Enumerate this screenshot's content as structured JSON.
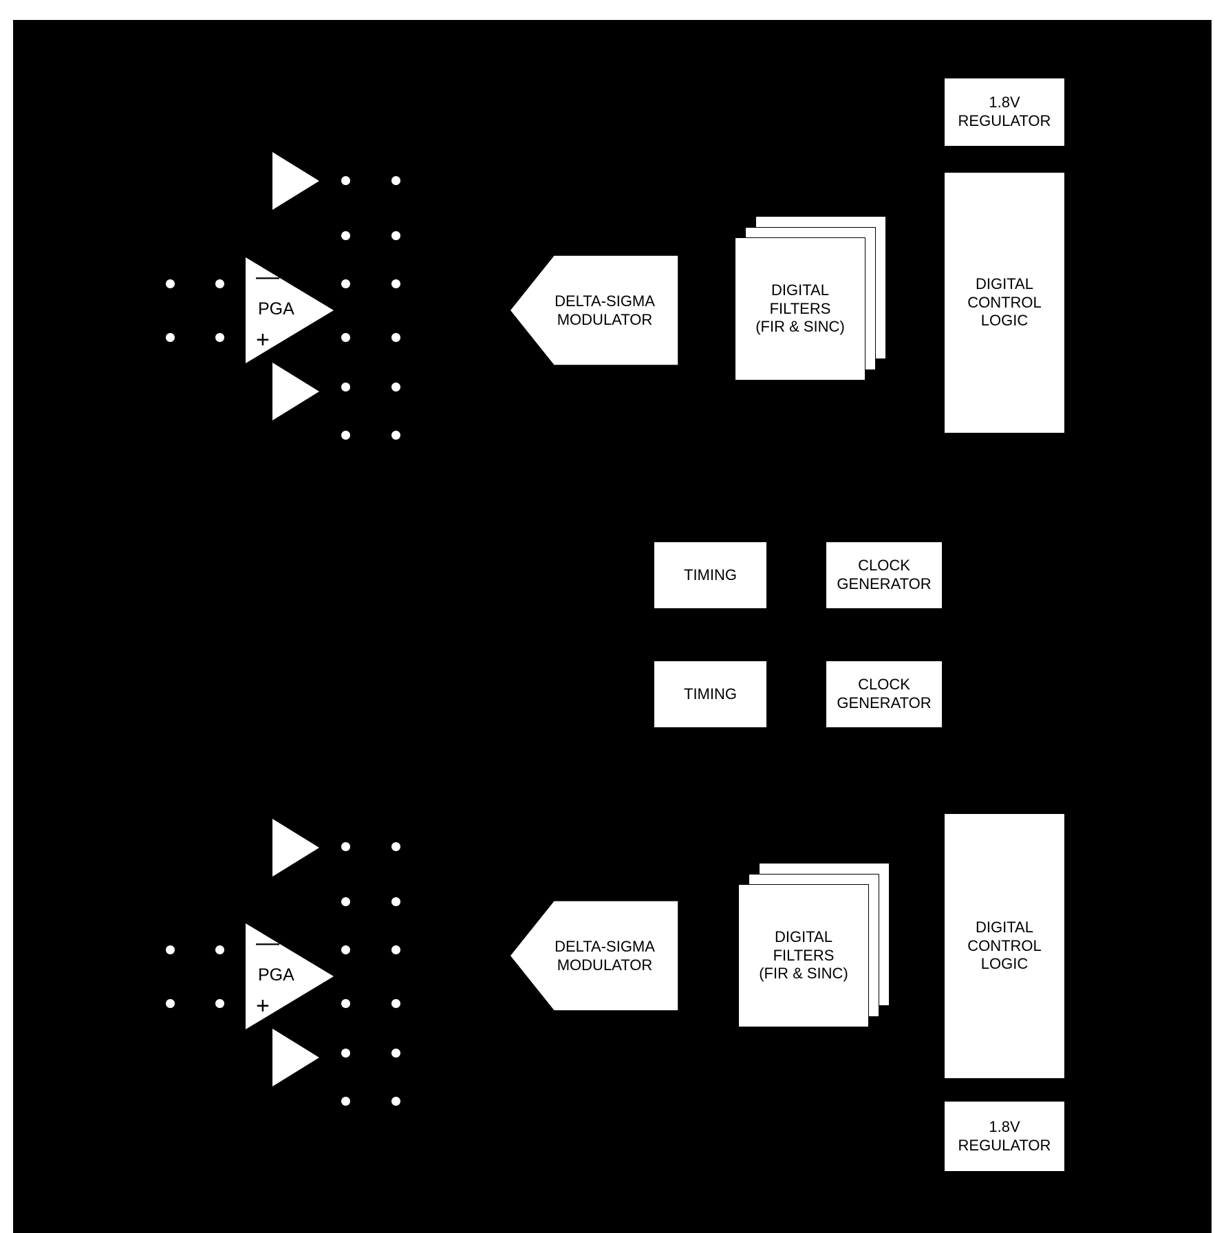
{
  "diagram": {
    "title": "dual-channel delta-sigma ADC block diagram",
    "background_color": "#000000",
    "block_fill": "#ffffff",
    "block_stroke": "#000000",
    "page_background": "#ffffff"
  },
  "channels": [
    {
      "id": "channel-top",
      "pga": {
        "label": "PGA",
        "minus": "—",
        "plus": "+"
      },
      "modulator": {
        "label": "DELTA-SIGMA\nMODULATOR"
      },
      "filters": {
        "label": "DIGITAL\nFILTERS\n(FIR & SINC)",
        "sheet_count": 3
      },
      "control_logic": {
        "label": "DIGITAL\nCONTROL\nLOGIC"
      },
      "regulator": {
        "label": "1.8V\nREGULATOR"
      }
    },
    {
      "id": "channel-bottom",
      "pga": {
        "label": "PGA",
        "minus": "—",
        "plus": "+"
      },
      "modulator": {
        "label": "DELTA-SIGMA\nMODULATOR"
      },
      "filters": {
        "label": "DIGITAL\nFILTERS\n(FIR & SINC)",
        "sheet_count": 3
      },
      "control_logic": {
        "label": "DIGITAL\nCONTROL\nLOGIC"
      },
      "regulator": {
        "label": "1.8V\nREGULATOR"
      }
    }
  ],
  "shared": {
    "timing_top": {
      "label": "TIMING"
    },
    "clock_top": {
      "label": "CLOCK\nGENERATOR"
    },
    "timing_bottom": {
      "label": "TIMING"
    },
    "clock_bottom": {
      "label": "CLOCK\nGENERATOR"
    }
  },
  "icons": {
    "amplifier": "amplifier-triangle-icon",
    "pin": "pin-dot-icon",
    "sheet_stack": "stacked-sheets-icon",
    "pentagon": "pentagon-arrow-icon"
  }
}
